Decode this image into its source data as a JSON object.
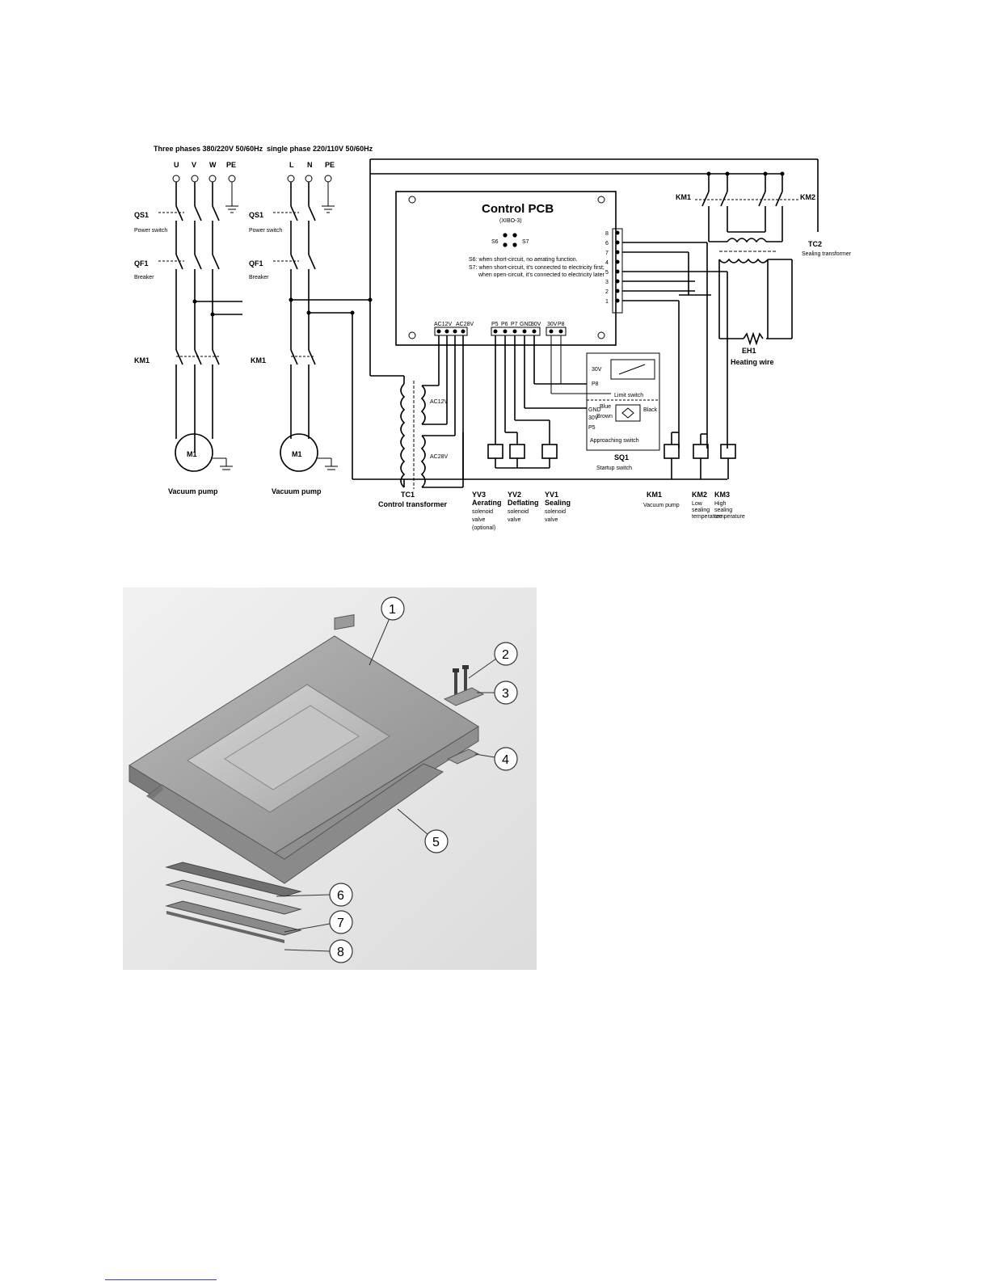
{
  "schematic": {
    "supply_three_phase": "Three phases 380/220V 50/60Hz",
    "supply_single_phase": "single phase 220/110V 50/60Hz",
    "terminals_three": [
      "U",
      "V",
      "W",
      "PE"
    ],
    "terminals_single": [
      "L",
      "N",
      "PE"
    ],
    "qs1": "QS1",
    "power_switch": "Power switch",
    "qf1": "QF1",
    "breaker": "Breaker",
    "km1": "KM1",
    "motor": "M1",
    "vacuum_pump": "Vacuum pump",
    "pcb_title": "Control PCB",
    "pcb_model": "(XIBO-3)",
    "s6": "S6",
    "s7": "S7",
    "note_s6": "S6: when short-circuit, no aerating function.",
    "note_s7a": "S7: when short-circuit, it's connected to electricity first;",
    "note_s7b": "when open-circuit, it's connected to electricity later",
    "pcb_terminals_left": [
      "AC12V",
      "AC28V"
    ],
    "pcb_terminals_mid": [
      "P5",
      "P6",
      "P7",
      "GND",
      "30V"
    ],
    "pcb_terminals_right": [
      "30V",
      "P8"
    ],
    "pcb_pins": [
      "8",
      "6",
      "7",
      "4",
      "5",
      "3",
      "2",
      "1"
    ],
    "km1_top": "KM1",
    "km2_top": "KM2",
    "tc2": "TC2",
    "sealing_transformer": "Sealing transformer",
    "eh1": "EH1",
    "heating_wire": "Heating wire",
    "ac12v": "AC12V",
    "ac28v": "AC28V",
    "tc1": "TC1",
    "control_transformer": "Control transformer",
    "limit_30v": "30V",
    "limit_p8": "P8",
    "limit_switch": "Limit switch",
    "gnd": "GND",
    "v30": "30V",
    "p5": "P5",
    "blue": "Blue",
    "brown": "Brown",
    "black": "Black",
    "approaching_switch": "Approaching switch",
    "sq1": "SQ1",
    "startup_switch": "Startup switch",
    "yv3": "YV3",
    "yv3_desc": [
      "Aerating",
      "solenoid",
      "valve",
      "(optional)"
    ],
    "yv2": "YV2",
    "yv2_desc": [
      "Deflating",
      "solenoid",
      "valve"
    ],
    "yv1": "YV1",
    "yv1_desc": [
      "Sealing",
      "solenoid",
      "valve"
    ],
    "km1_coil": "KM1",
    "km1_coil_desc": "Vacuum pump",
    "km2_coil": "KM2",
    "km2_coil_desc": [
      "Low",
      "sealing",
      "temperature"
    ],
    "km3_coil": "KM3",
    "km3_coil_desc": [
      "High",
      "sealing",
      "temperature"
    ]
  },
  "exploded": {
    "callouts": [
      "1",
      "2",
      "3",
      "4",
      "5",
      "6",
      "7",
      "8"
    ]
  }
}
